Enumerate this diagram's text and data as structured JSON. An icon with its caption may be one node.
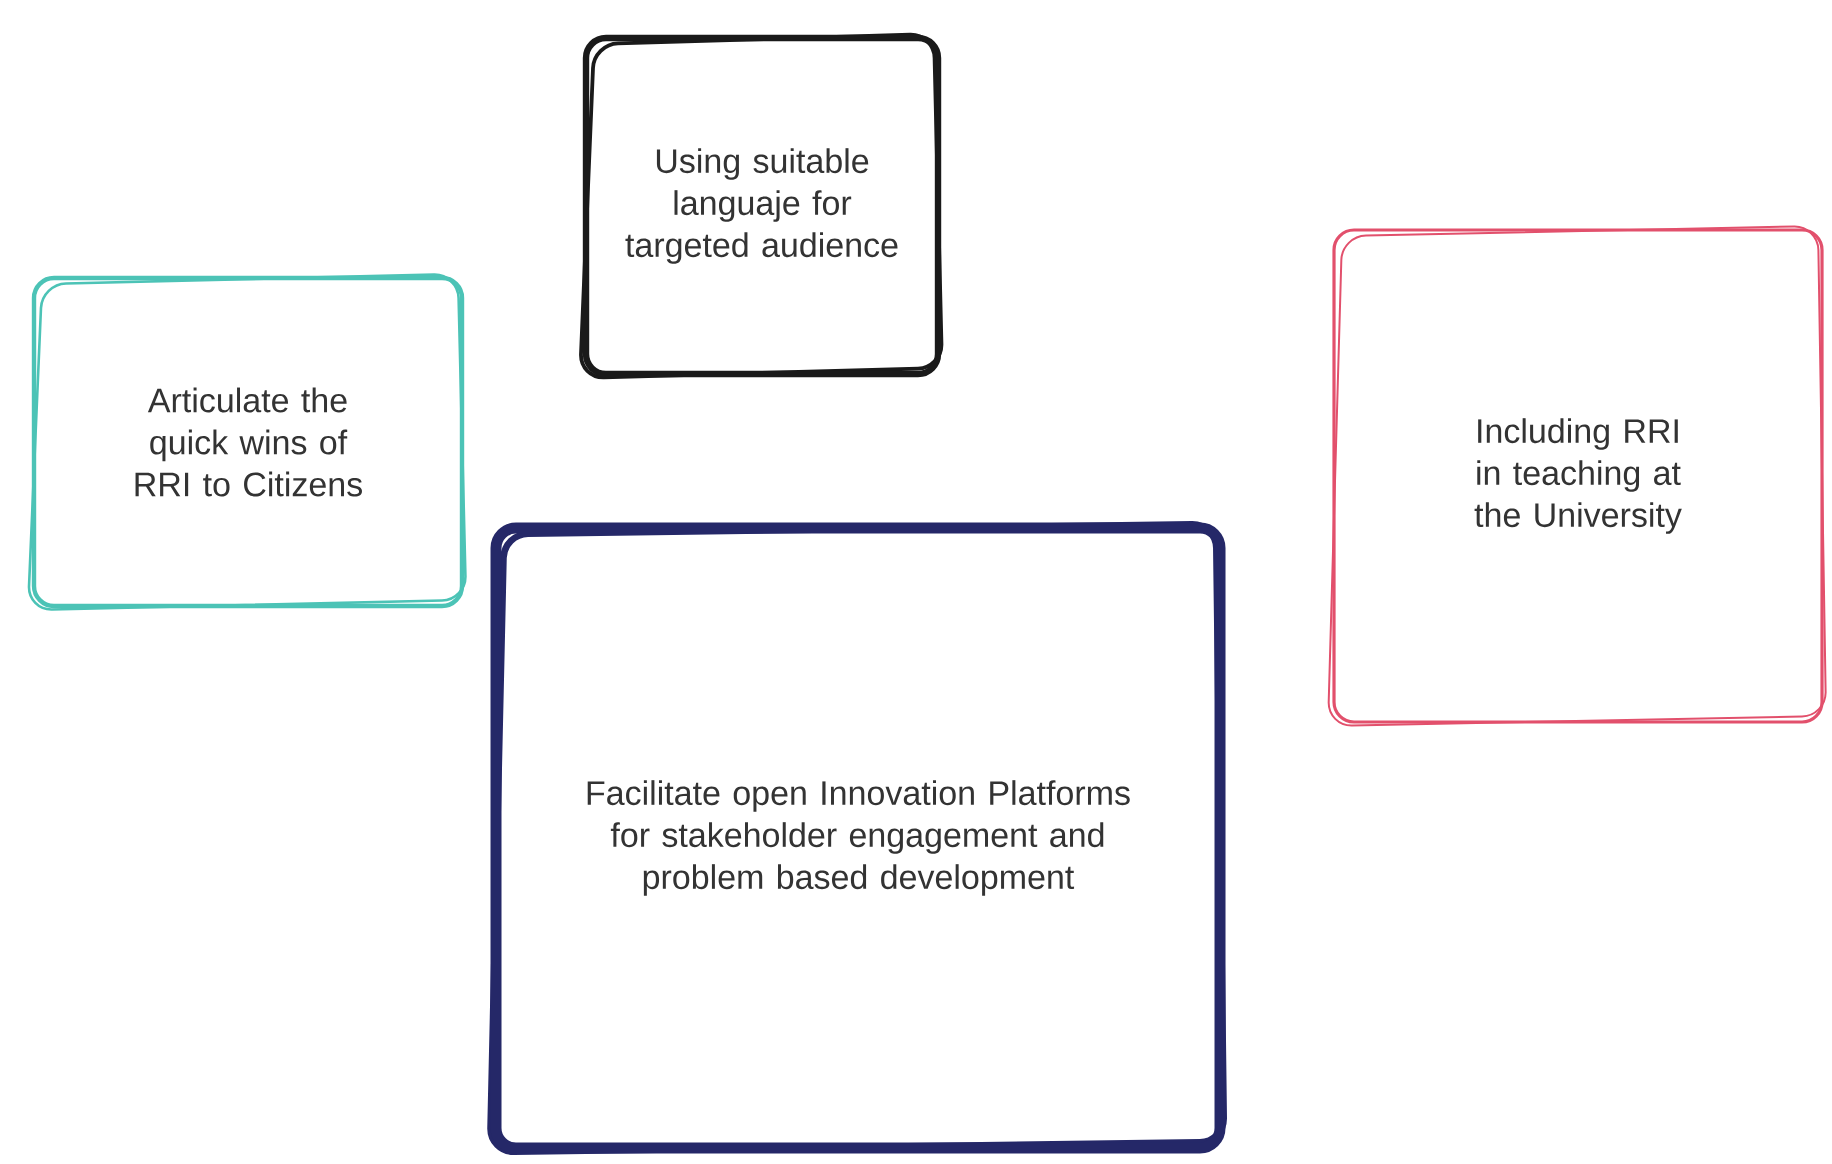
{
  "diagram": {
    "nodes": [
      {
        "text": [
          "Using suitable languaje for targeted audience"
        ]
      },
      {
        "text": [
          "Articulate the quick wins of RRI to Citizens"
        ]
      },
      {
        "text": [
          "Including RRI in teaching at the University"
        ]
      },
      {
        "text": [
          "Facilitate open Innovation Platforms for stakeholder engagement and problem based development"
        ]
      }
    ]
  }
}
